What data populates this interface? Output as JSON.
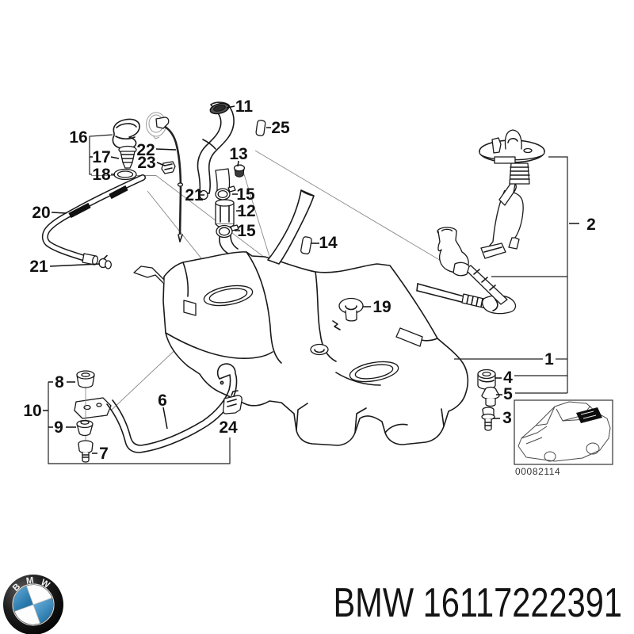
{
  "diagram": {
    "description": "BMW exploded parts diagram - fuel tank and attaching parts",
    "callouts": [
      "11",
      "25",
      "16",
      "22",
      "23",
      "13",
      "17",
      "18",
      "21",
      "15",
      "12",
      "15",
      "20",
      "21",
      "14",
      "2",
      "19",
      "1",
      "4",
      "5",
      "3",
      "8",
      "10",
      "9",
      "7",
      "6",
      "24"
    ]
  },
  "inset": {
    "code": "00082114"
  },
  "footer": {
    "part_label": "BMW 16117222391"
  },
  "logo": {
    "letters": [
      "B",
      "M",
      "W"
    ]
  },
  "colors": {
    "line": "#1a1a1a",
    "logo_blue": "#2679ae",
    "background": "#ffffff"
  }
}
